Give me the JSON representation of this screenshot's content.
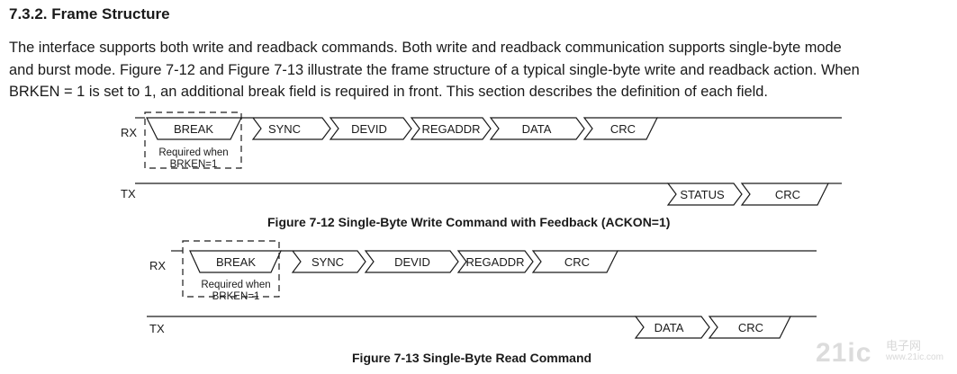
{
  "section": {
    "number": "7.3.2.",
    "title": "Frame Structure",
    "paragraph_lines": [
      "The interface supports both write and readback commands. Both write and readback communication supports single-byte mode",
      "and burst mode. Figure 7-12 and Figure 7-13 illustrate the frame structure of a typical single-byte write and readback action. When",
      "BRKEN = 1 is set to 1, an additional break field is required in front. This section describes the definition of each field."
    ]
  },
  "figure1": {
    "caption": "Figure 7-12 Single-Byte Write Command with Feedback (ACKON=1)",
    "rx_label": "RX",
    "tx_label": "TX",
    "break_label": "BREAK",
    "break_note_line1": "Required when",
    "break_note_line2": "BRKEN=1",
    "rx_fields": [
      "SYNC",
      "DEVID",
      "REGADDR",
      "DATA",
      "CRC"
    ],
    "tx_fields": [
      "STATUS",
      "CRC"
    ]
  },
  "figure2": {
    "caption": "Figure 7-13 Single-Byte Read Command",
    "rx_label": "RX",
    "tx_label": "TX",
    "break_label": "BREAK",
    "break_note_line1": "Required when",
    "break_note_line2": "BRKEN=1",
    "rx_fields": [
      "SYNC",
      "DEVID",
      "REGADDR",
      "CRC"
    ],
    "tx_fields": [
      "DATA",
      "CRC"
    ]
  },
  "watermark": {
    "logo_text": "21ic",
    "cn_text": "电子网",
    "url_text": "www.21ic.com"
  }
}
